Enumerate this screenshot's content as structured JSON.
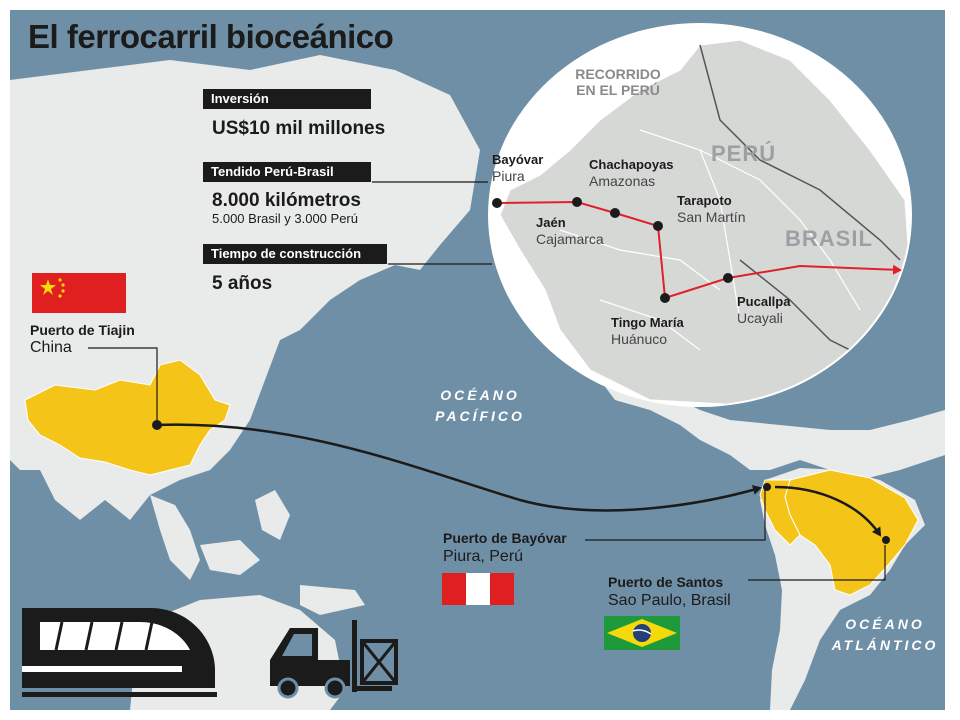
{
  "header": {
    "title": "El ferrocarril bioceánico"
  },
  "facts": [
    {
      "label": "Inversión",
      "value": "US$10 mil millones",
      "detail": ""
    },
    {
      "label": "Tendido Perú-Brasil",
      "value": "8.000 kilómetros",
      "detail": "5.000 Brasil y 3.000 Perú"
    },
    {
      "label": "Tiempo de construcción",
      "value": "5 años",
      "detail": ""
    }
  ],
  "ports": {
    "tianjin": {
      "name": "Puerto de Tiajin",
      "place": "China"
    },
    "bayovar": {
      "name": "Puerto de Bayóvar",
      "place": "Piura, Perú"
    },
    "santos": {
      "name": "Puerto de Santos",
      "place": "Sao Paulo, Brasil"
    }
  },
  "oceans": {
    "pacific": [
      "OCÉANO",
      "PACÍFICO"
    ],
    "atlantic": [
      "OCÉANO",
      "ATLÁNTICO"
    ]
  },
  "inset": {
    "heading": [
      "RECORRIDO",
      "EN EL PERÚ"
    ],
    "countries": {
      "peru": "PERÚ",
      "brasil": "BRASIL"
    },
    "stops": [
      {
        "city": "Bayóvar",
        "region": "Piura"
      },
      {
        "city": "Jaén",
        "region": "Cajamarca"
      },
      {
        "city": "Chachapoyas",
        "region": "Amazonas"
      },
      {
        "city": "Tarapoto",
        "region": "San Martín"
      },
      {
        "city": "Tingo María",
        "region": "Huánuco"
      },
      {
        "city": "Pucallpa",
        "region": "Ucayali"
      }
    ]
  },
  "icons": [
    "china-flag-icon",
    "peru-flag-icon",
    "brazil-flag-icon",
    "train-icon",
    "forklift-icon"
  ],
  "colors": {
    "ocean": "#6f8fa6",
    "land": "#e9ebea",
    "highlight_land": "#f5c418",
    "route_main": "#1b1b1b",
    "route_inset": "#e0212b",
    "inset_land": "#d6d8d6",
    "label_bar": "#1b1b1b"
  }
}
